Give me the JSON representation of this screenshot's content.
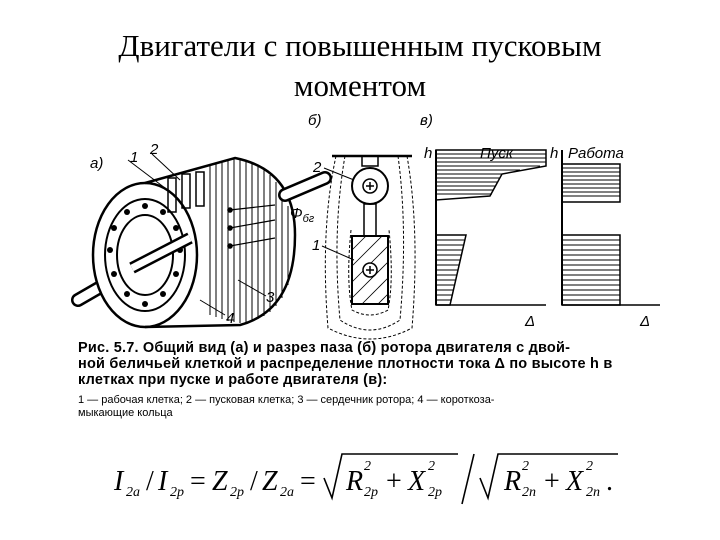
{
  "slide": {
    "title_line1": "Двигатели с повышенным пусковым",
    "title_line2": "моментом"
  },
  "figure": {
    "panel_a": "а)",
    "panel_b": "б)",
    "panel_c": "в)",
    "num_1": "1",
    "num_2": "2",
    "num_3": "3",
    "num_4": "4",
    "flux_label": "Φ",
    "flux_sub": "бг",
    "slot_num_1": "1",
    "slot_num_2": "2",
    "h_start": "h",
    "h_work": "h",
    "start_label": "Пуск",
    "work_label": "Работа",
    "delta_start": "Δ",
    "delta_work": "Δ"
  },
  "caption": {
    "line1": "Рис. 5.7. Общий вид (а) и разрез паза (б) ротора двигателя с двой-",
    "line2": "ной беличьей клеткой и распределение плотности тока Δ по высоте h в",
    "line3": "клетках при пуске и работе двигателя (в):",
    "legend1": "1 — рабочая клетка; 2 — пусковая клетка; 3 — сердечник ротора; 4 — короткоза-",
    "legend2": "мыкающие кольца"
  },
  "formula": {
    "I": "I",
    "sub_2a": "2а",
    "slash": "/",
    "sub_2p": "2р",
    "eq": "=",
    "Z": "Z",
    "R": "R",
    "X": "X",
    "sup2": "2",
    "plus": "+",
    "sub_2n": "2п",
    "dot": "."
  }
}
